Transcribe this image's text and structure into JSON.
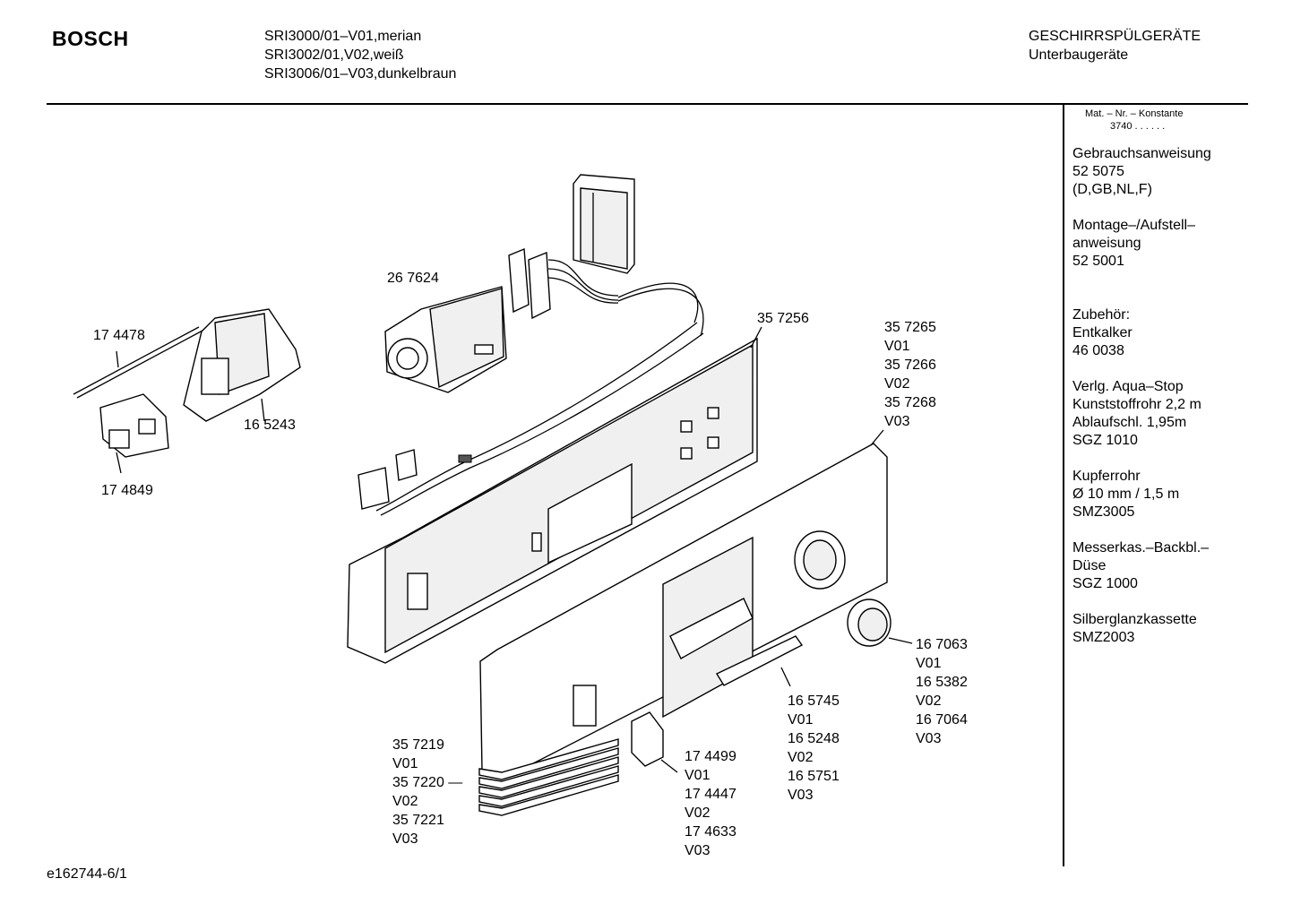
{
  "header": {
    "brand": "BOSCH",
    "models": [
      "SRI3000/01–V01,merian",
      "SRI3002/01,V02,weiß",
      "SRI3006/01–V03,dunkelbraun"
    ],
    "category": [
      "GESCHIRRSPÜLGERÄTE",
      "Unterbaugeräte"
    ]
  },
  "sidebar": {
    "mat_label": "Mat. – Nr. – Konstante",
    "mat_value": "3740 . . . . . .",
    "blocks": [
      [
        "Gebrauchsanweisung",
        "52 5075",
        "(D,GB,NL,F)"
      ],
      [
        "Montage–/Aufstell–",
        "anweisung",
        "52 5001"
      ],
      [
        "Zubehör:",
        "Entkalker",
        "46 0038"
      ],
      [
        "Verlg. Aqua–Stop",
        "Kunststoffrohr 2,2 m",
        "Ablaufschl. 1,95m",
        "SGZ 1010"
      ],
      [
        "Kupferrohr",
        "Ø 10 mm / 1,5 m",
        "SMZ3005"
      ],
      [
        "Messerkas.–Backbl.–",
        "Düse",
        "SGZ 1000"
      ],
      [
        "Silberglanzkassette",
        "SMZ2003"
      ]
    ]
  },
  "callouts": {
    "c267624": [
      "26 7624"
    ],
    "c174478": [
      "17 4478"
    ],
    "c165243": [
      "16 5243"
    ],
    "c174849": [
      "17 4849"
    ],
    "c357256": [
      "35 7256"
    ],
    "c357265": [
      "35 7265",
      "V01",
      "35 7266",
      "V02",
      "35 7268",
      "V03"
    ],
    "c167063": [
      "16 7063",
      "V01",
      "16 5382",
      "V02",
      "16 7064",
      "V03"
    ],
    "c165745": [
      "16 5745",
      "V01",
      "16 5248",
      "V02",
      "16 5751",
      "V03"
    ],
    "c174499": [
      "17 4499",
      "V01",
      "17 4447",
      "V02",
      "17 4633",
      "V03"
    ],
    "c357219": [
      "35 7219",
      "V01",
      "35 7220 —",
      "V02",
      "35 7221",
      "V03"
    ]
  },
  "footer": {
    "code": "e162744-6/1"
  }
}
